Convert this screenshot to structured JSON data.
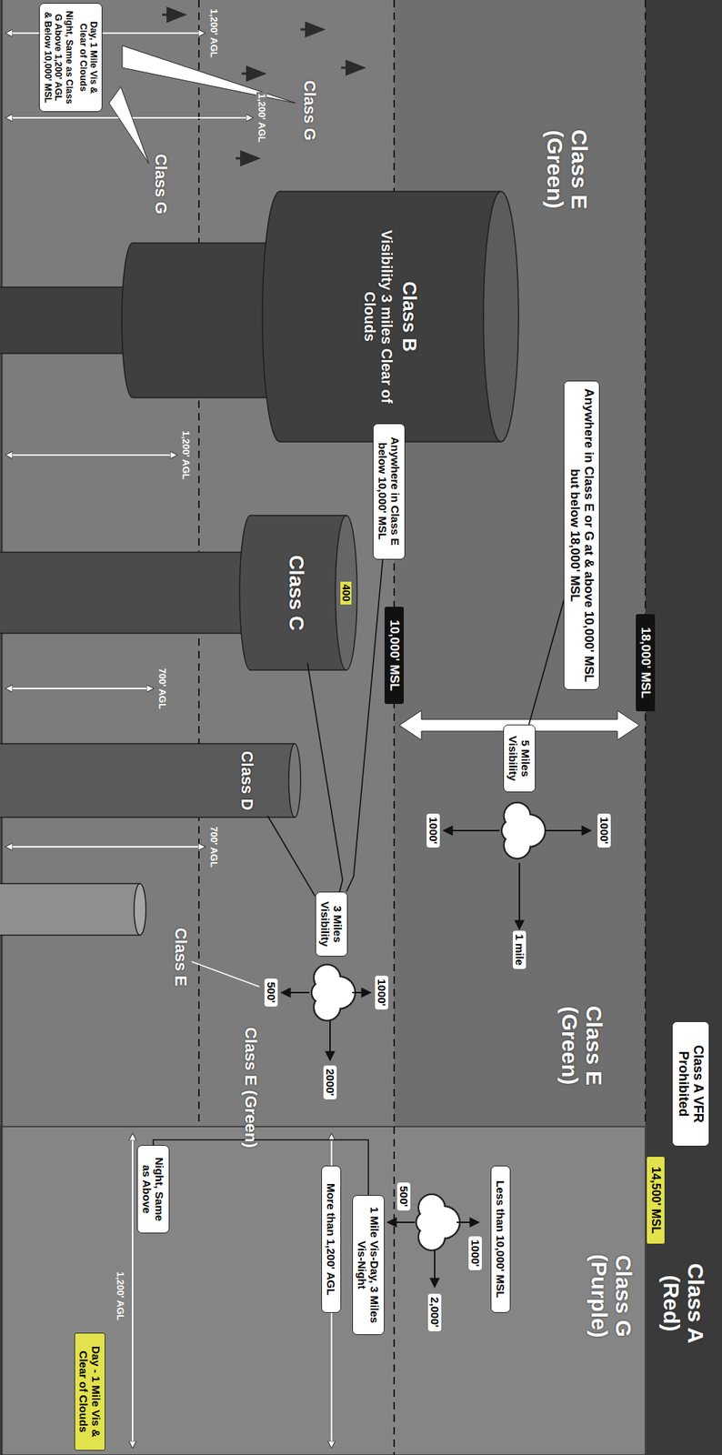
{
  "diagram": {
    "nodes": [
      {
        "text": [
          "Class A VFR Prohibited"
        ]
      },
      {
        "text": [
          "18,000' MSL"
        ]
      },
      {
        "text": [
          "Anywhere in Class E or G at & above 10,000' MSL but below 18,000' MSL"
        ]
      },
      {
        "text": [
          "5 Miles Visibility"
        ]
      },
      {
        "text": [
          "10,000' MSL"
        ]
      },
      {
        "text": [
          "Anywhere in Class E below 10,000' MSL"
        ]
      },
      {
        "text": [
          "3 Miles Visibility"
        ]
      },
      {
        "text": [
          "Class B",
          "Visibility 3 miles Clear of Clouds"
        ]
      },
      {
        "text": [
          "Class C"
        ]
      },
      {
        "text": [
          "Class D"
        ]
      },
      {
        "text": [
          "Day, 1 Mile Vis & Clear of Clouds",
          "Night, Same as Class G Above 1,200' AGL & Below 10,000' MSL"
        ]
      },
      {
        "text": [
          "14,500' MSL"
        ]
      },
      {
        "text": [
          "Less than 10,000' MSL"
        ]
      },
      {
        "text": [
          "1 Mile Vis-Day, 3 Miles Vis-Night"
        ]
      },
      {
        "text": [
          "More than 1,200' AGL"
        ]
      },
      {
        "text": [
          "Night, Same as Above"
        ]
      },
      {
        "text": [
          "Day - 1 Mile Vis & Clear of Clouds"
        ]
      }
    ],
    "edges": [
      {
        "from": 2,
        "to": 3,
        "arrow": "none"
      },
      {
        "from": 5,
        "to": 6,
        "arrow": "none"
      },
      {
        "from": 8,
        "to": 6,
        "arrow": "none"
      },
      {
        "from": 9,
        "to": 6,
        "arrow": "none"
      },
      {
        "from": 15,
        "to": 13,
        "arrow": "none"
      }
    ],
    "labels": [
      "Class A (Red)",
      "Class G (Purple)",
      "Class E (Green)",
      "Class E (Green)",
      "Class E (Green)",
      "1000'",
      "1000'",
      "1 mile",
      "1000'",
      "500'",
      "2000'",
      "1000'",
      "500'",
      "2,000'",
      "1,200' AGL",
      "1,200' AGL",
      "Class G",
      "1,200' AGL",
      "Class G",
      "1,200' AGL",
      "400",
      "700' AGL",
      "700' AGL",
      "Class E"
    ]
  }
}
